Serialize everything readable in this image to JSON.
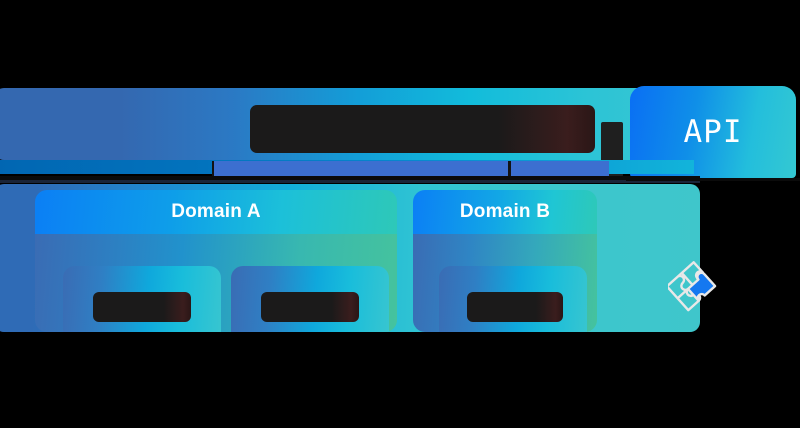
{
  "diagram": {
    "type": "architecture-diagram",
    "title_visible": false,
    "note": "partially cropped architecture diagram on black background",
    "colors": {
      "background": "#000000",
      "band_start": "#3468b0",
      "band_end": "#3ac6cf",
      "api_start": "#0a6ff4",
      "api_end": "#34c8d2",
      "domain_head_start": "#0b7ff5",
      "domain_head_end": "#2ec8b8",
      "mid_bar": "#3c6fd0",
      "base_bar": "#0166b2",
      "redaction": "#1c1b1b",
      "puzzle_outline": "#e8e8e8",
      "puzzle_fill": "#1478f0",
      "text": "#ffffff"
    }
  },
  "top_band": {
    "caption_redacted": true,
    "caption_text": ""
  },
  "api": {
    "label": "API"
  },
  "divider": {
    "tick_positions": [
      212,
      508
    ],
    "mid_bar_label": ""
  },
  "domains": [
    {
      "title": "Domain A",
      "cards": [
        {
          "label": "",
          "redacted": true
        },
        {
          "label": "",
          "redacted": true
        }
      ]
    },
    {
      "title": "Domain B",
      "cards": [
        {
          "label": "",
          "redacted": true
        }
      ]
    }
  ],
  "icons": {
    "puzzle": "puzzle-piece-icon"
  }
}
